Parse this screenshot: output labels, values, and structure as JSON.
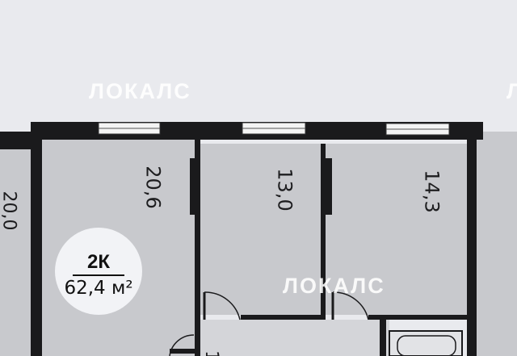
{
  "watermark": {
    "brand": "ЛОКАЛС",
    "brand_partial": "Л"
  },
  "rooms": [
    {
      "area": "20,6"
    },
    {
      "area": "13,0"
    },
    {
      "area": "14,3"
    }
  ],
  "edge_labels": {
    "left": "20,0",
    "bottom": "1"
  },
  "apartment": {
    "type": "2К",
    "area": "62,4 м²"
  },
  "colors": {
    "background": "#e9eaee",
    "room_fill": "#c8c9cd",
    "wall": "#1a1a1c",
    "badge": "#f2f3f6"
  }
}
